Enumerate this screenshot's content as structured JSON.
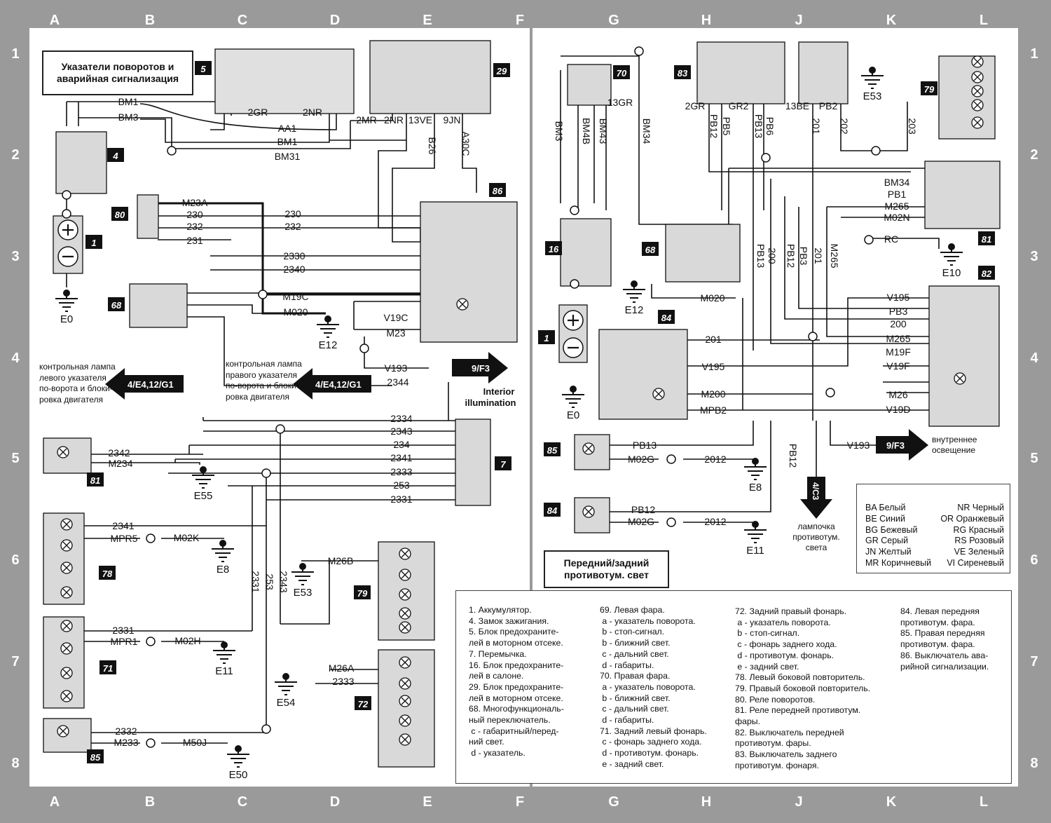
{
  "border": {
    "columns": [
      "A",
      "B",
      "C",
      "D",
      "E",
      "F",
      "G",
      "H",
      "J",
      "K",
      "L"
    ],
    "rows": [
      "1",
      "2",
      "3",
      "4",
      "5",
      "6",
      "7",
      "8"
    ]
  },
  "left": {
    "title": "Указатели поворотов и аварийная сигнализация",
    "ref_left_lamp": "контрольная лампа левого указателя по-ворота и блоки-ровка двигателя",
    "ref_right_lamp": "контрольная лампа правого указателя по-ворота и блоки-ровка двигателя",
    "interior": "Interior illumination"
  },
  "right": {
    "title": "Передний/задний противотум. свет",
    "lamp_ref": "лампочка противотум. света",
    "interior": "внутреннее освещение"
  },
  "ref_tags": {
    "t1": "4/E4,12/G1",
    "t2": "4/E4,12/G1",
    "t3": "9/F3",
    "t4": "9/F3",
    "t5": "4/C3"
  },
  "component_numbers": [
    "1",
    "4",
    "5",
    "7",
    "16",
    "68",
    "69",
    "70",
    "71",
    "72",
    "78",
    "79",
    "80",
    "86",
    "29",
    "83",
    "84",
    "85",
    "81",
    "82"
  ],
  "wires": [
    "BM1",
    "BM3",
    "AA1",
    "BM31",
    "2GR",
    "2NR",
    "2MR",
    "13VE",
    "9JN",
    "B26",
    "A30C",
    "M23A",
    "230",
    "232",
    "231",
    "2330",
    "2340",
    "M19C",
    "M020",
    "V19C",
    "M23",
    "V193",
    "2344",
    "2334",
    "2343",
    "234",
    "2341",
    "2333",
    "253",
    "2331",
    "2342",
    "M234",
    "MPR5",
    "M02K",
    "MPR1",
    "M02H",
    "M26B",
    "M26A",
    "2332",
    "M233",
    "M50J",
    "BM34",
    "BM4B",
    "BM43",
    "13GR",
    "PB12",
    "PB5",
    "PB13",
    "PB6",
    "201",
    "202",
    "203",
    "GR2",
    "13BE",
    "PB2",
    "PB1",
    "M265",
    "M02N",
    "RC",
    "PB3",
    "200",
    "V195",
    "M19F",
    "V19F",
    "M26",
    "V19D",
    "M200",
    "MPB2",
    "M02G",
    "2012"
  ],
  "grounds": [
    "E0",
    "E12",
    "E55",
    "E8",
    "E11",
    "E53",
    "E54",
    "E50",
    "E10"
  ],
  "legend": {
    "col1": "1. Аккумулятор.\n4. Замок зажигания.\n5. Блок предохраните-\nлей в моторном отсеке.\n7. Перемычка.\n16. Блок предохраните-\nлей в салоне.\n29. Блок предохраните-\nлей в моторном отсеке.\n68. Многофункциональ-\nный переключатель.\n c - габаритный/перед-\nний свет.\n d - указатель.",
    "col2": "69. Левая фара.\n a - указатель поворота.\n b - стоп-сигнал.\n b - ближний свет.\n c - дальний свет.\n d - габариты.\n70. Правая фара.\n a - указатель поворота.\n b - ближний свет.\n c - дальний свет.\n d - габариты.\n71. Задний левый фонарь.\n c - фонарь заднего хода.\n d - противотум. фонарь.\n e - задний свет.",
    "col3": "72. Задний правый фонарь.\n a - указатель поворота.\n b - стоп-сигнал.\n c - фонарь заднего хода.\n d - противотум. фонарь.\n e - задний свет.\n78. Левый боковой повторитель.\n79. Правый боковой повторитель.\n80. Реле поворотов.\n81. Реле передней противотум.\nфары.\n82. Выключатель передней\nпротивотум. фары.\n83. Выключатель заднего\nпротивотум. фонаря.",
    "col4": "84. Левая передняя\nпротивотум. фара.\n85. Правая передняя\nпротивотум. фара.\n86. Выключатель ава-\nрийной сигнализации."
  },
  "colors": [
    [
      "BA Белый",
      "NR Черный"
    ],
    [
      "BE Синий",
      "OR Оранжевый"
    ],
    [
      "BG Бежевый",
      "RG Красный"
    ],
    [
      "GR Серый",
      "RS Розовый"
    ],
    [
      "JN Желтый",
      "VE Зеленый"
    ],
    [
      "MR Коричневый",
      "VI Сиреневый"
    ]
  ]
}
